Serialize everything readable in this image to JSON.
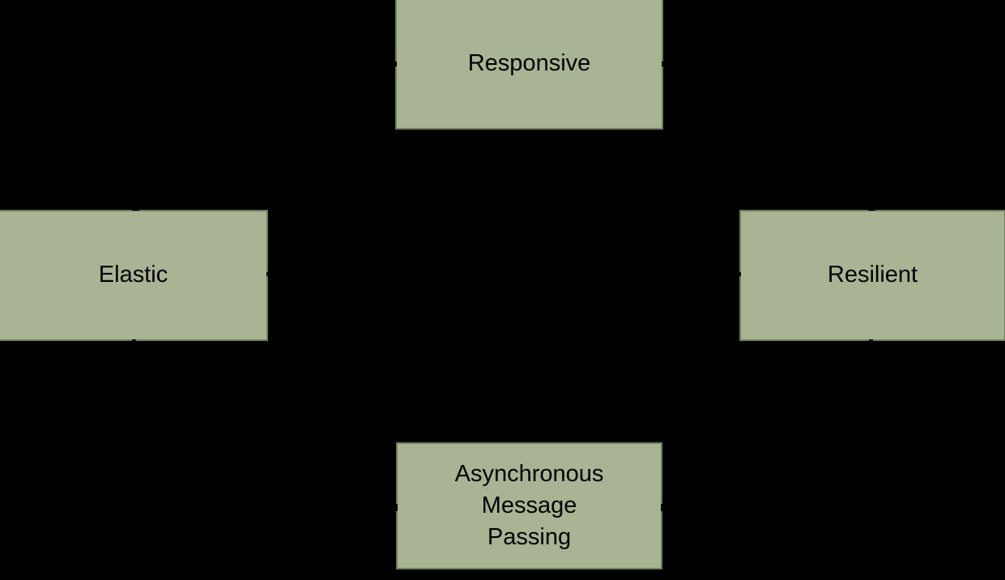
{
  "diagram": {
    "type": "reactive-systems-traits-diagram",
    "background_color": "#000000",
    "node_style": {
      "fill": "#a8b493",
      "border": "#6e7e58",
      "text_color": "#000000"
    },
    "nodes": {
      "responsive": {
        "label": "Responsive",
        "position": "top-center"
      },
      "elastic": {
        "label": "Elastic",
        "position": "middle-left"
      },
      "resilient": {
        "label": "Resilient",
        "position": "middle-right"
      },
      "async_message_passing": {
        "label": "Asynchronous\nMessage\nPassing",
        "position": "bottom-center"
      }
    },
    "connector_stubs": [
      "responsive-left",
      "responsive-right",
      "elastic-top",
      "elastic-bottom",
      "elastic-right",
      "resilient-top",
      "resilient-bottom",
      "resilient-left",
      "async-left",
      "async-right"
    ]
  }
}
